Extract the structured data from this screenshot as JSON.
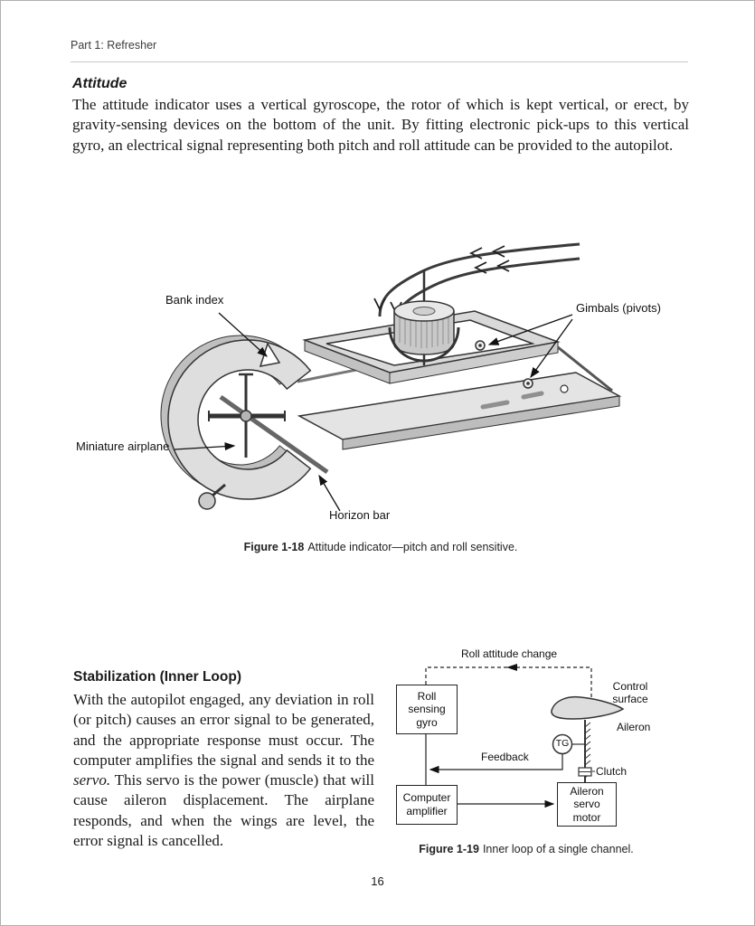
{
  "page": {
    "header": "Part 1: Refresher",
    "page_number": "16"
  },
  "attitude": {
    "heading": "Attitude",
    "body": "The attitude indicator uses a vertical gyroscope, the rotor of which is kept vertical, or erect, by gravity-sensing devices on the bottom of the unit. By fitting electronic pick-ups to this vertical gyro, an electrical signal representing both pitch and roll attitude can be provided to the autopilot."
  },
  "figure_1_18": {
    "caption_label": "Figure 1-18",
    "caption_text": "Attitude indicator—pitch and roll sensitive.",
    "labels": {
      "bank_index": "Bank index",
      "gimbals": "Gimbals (pivots)",
      "miniature_airplane": "Miniature airplane",
      "horizon_bar": "Horizon bar"
    }
  },
  "stabilization": {
    "heading": "Stabilization (Inner Loop)",
    "body_before_servo": "With the autopilot engaged, any deviation in roll (or pitch) causes an error signal to be generated, and the appropriate response must occur. The computer amplifies the signal and sends it to the ",
    "servo_word": "servo.",
    "body_after_servo": " This servo is the power (muscle) that will cause aileron displacement. The airplane responds, and when the wings are level, the error signal is cancelled."
  },
  "figure_1_19": {
    "caption_label": "Figure 1-19",
    "caption_text": "Inner loop of a single channel.",
    "labels": {
      "roll_attitude_change": "Roll attitude change",
      "roll_sensing_gyro": "Roll\nsensing\ngyro",
      "control_surface": "Control\nsurface",
      "aileron": "Aileron",
      "tg": "TG",
      "feedback": "Feedback",
      "clutch": "Clutch",
      "computer_amplifier": "Computer\namplifier",
      "aileron_servo_motor": "Aileron\nservo\nmotor"
    }
  }
}
